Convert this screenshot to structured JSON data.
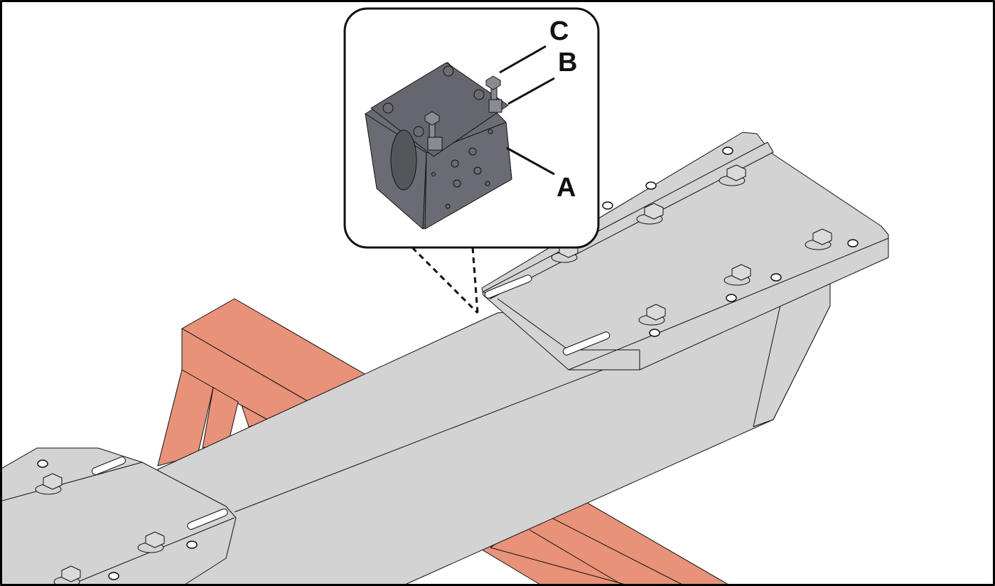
{
  "callout": {
    "labels": {
      "a": "A",
      "b": "B",
      "c": "C"
    }
  },
  "colors": {
    "frame_orange": "#E8927A",
    "beam_grey": "#D3D3D3",
    "winch_dark": "#6B6B73",
    "outline": "#111111"
  }
}
